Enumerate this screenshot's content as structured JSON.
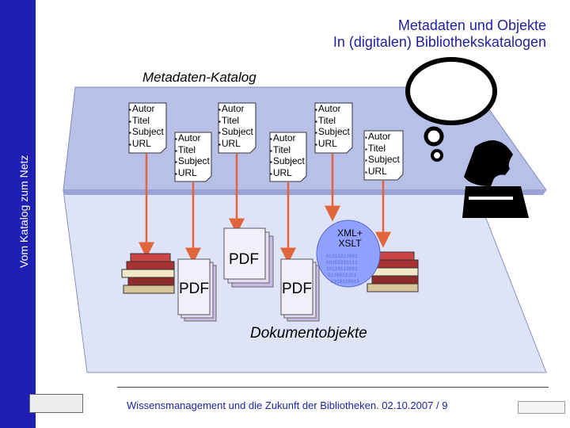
{
  "sidebar": {
    "label": "Vom Katalog zum Netz"
  },
  "header": {
    "title_line1": "Metadaten und Objekte",
    "title_line2": "In (digitalen) Bibliothekskatalogen"
  },
  "metadata_layer": {
    "label": "Metadaten-Katalog"
  },
  "document_layer": {
    "label": "Dokumentobjekte"
  },
  "card_fields": [
    "Autor",
    "Titel",
    "Subject",
    "URL"
  ],
  "pdf_label": "PDF",
  "xml": {
    "line1": "XML+",
    "line2": "XSLT"
  },
  "footer": {
    "text": "Wissensmanagement und die Zukunft der Bibliotheken. 02.10.2007 / 9"
  },
  "colors": {
    "sidebar": "#1f1fb4",
    "title": "#1f1fa0",
    "arrow": "#e0643c",
    "layer": "#b8c0e8"
  }
}
